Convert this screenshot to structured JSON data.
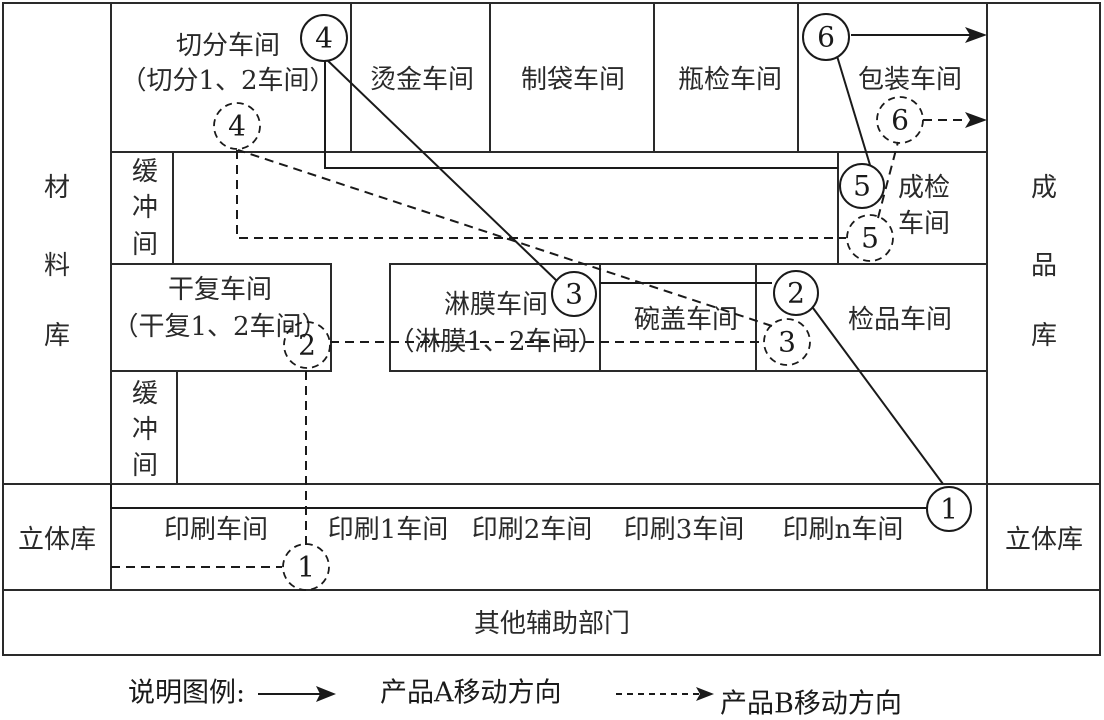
{
  "diagram": {
    "areas": {
      "material_store": [
        "材",
        "料",
        "库"
      ],
      "finished_store": [
        "成",
        "品",
        "库"
      ],
      "slitting": {
        "title": "切分车间",
        "sub": "（切分1、2车间）"
      },
      "hot_stamping": "烫金车间",
      "bag_making": "制袋车间",
      "bottle_inspection": "瓶检车间",
      "packaging": "包装车间",
      "buffer_top": [
        "缓",
        "冲",
        "间"
      ],
      "buffer_bottom": [
        "缓",
        "冲",
        "间"
      ],
      "final_inspection": [
        "成检",
        "车间"
      ],
      "dry_lamination": {
        "title": "干复车间",
        "sub": "（干复1、2车间）"
      },
      "coating": {
        "title": "淋膜车间",
        "sub": "（淋膜1、2车间）"
      },
      "bowl_lid": "碗盖车间",
      "product_inspection": "检品车间",
      "stereo_store_left": "立体库",
      "stereo_store_right": "立体库",
      "printing": {
        "title": "印刷车间",
        "units": [
          "印刷1车间",
          "印刷2车间",
          "印刷3车间",
          "印刷n车间"
        ]
      },
      "auxiliary": "其他辅助部门"
    },
    "product_a_steps": [
      "1",
      "2",
      "3",
      "4",
      "5",
      "6"
    ],
    "product_b_steps": [
      "1",
      "2",
      "3",
      "4",
      "5",
      "6"
    ],
    "legend": {
      "title": "说明图例:",
      "product_a": "产品A移动方向",
      "product_b": "产品B移动方向"
    }
  }
}
